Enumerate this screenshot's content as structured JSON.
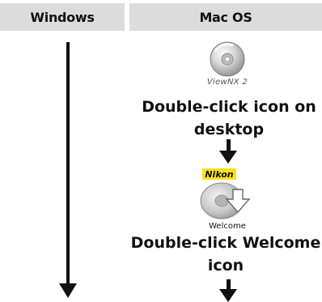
{
  "headers": {
    "windows": "Windows",
    "mac": "Mac OS"
  },
  "mac_flow": {
    "cd_icon_caption": "ViewNX 2",
    "step1_text": "Double-click icon on desktop",
    "welcome_logo_text": "Nikon",
    "welcome_icon_caption": "Welcome",
    "step2_prefix": "Double-click",
    "step2_highlight": "Welcome",
    "step2_suffix": "icon"
  },
  "colors": {
    "header_bg": "#dcdcdc",
    "arrow": "#111111"
  },
  "icons": [
    "cd-disc-icon",
    "nikon-welcome-icon",
    "down-arrow-icon"
  ]
}
